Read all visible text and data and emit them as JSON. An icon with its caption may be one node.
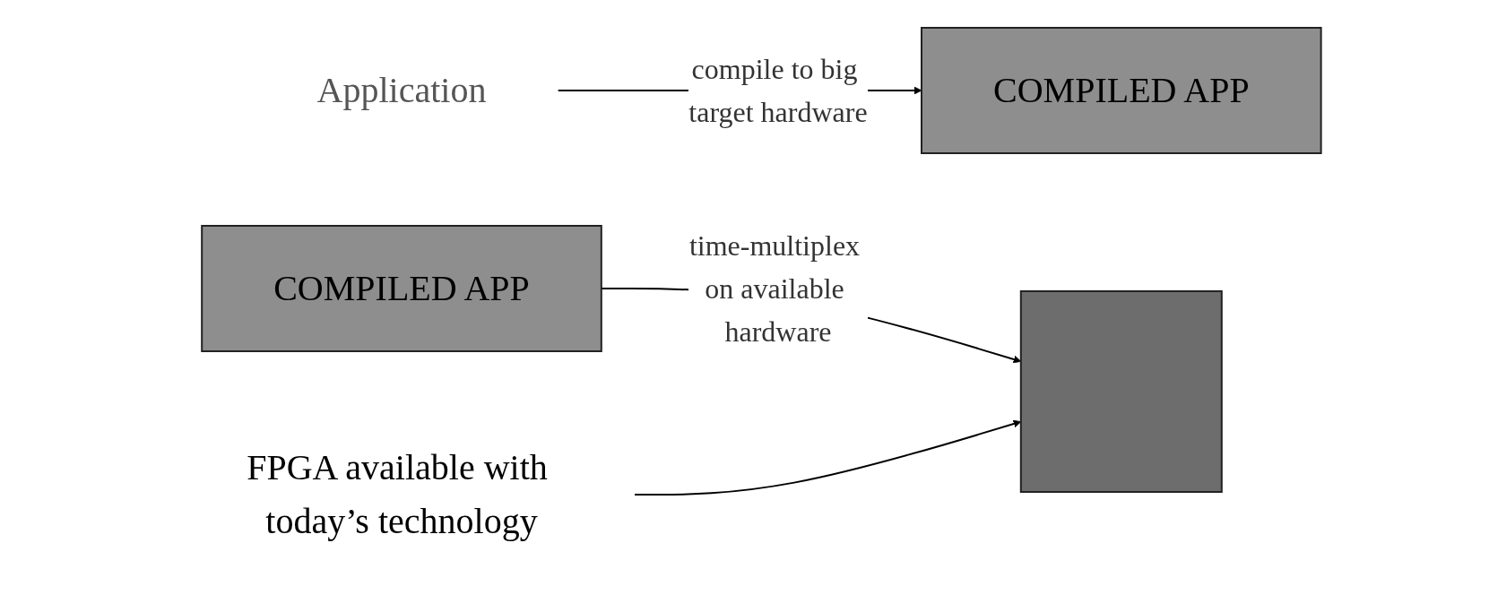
{
  "diagram": {
    "nodes": [
      {
        "text": [
          "Application"
        ]
      },
      {
        "text": [
          "COMPILED APP"
        ]
      },
      {
        "text": [
          "COMPILED APP"
        ]
      },
      {
        "text": [],
        "shape": "box"
      },
      {
        "text": [
          "FPGA available with today’s technology"
        ]
      }
    ],
    "edges": [
      {
        "from": 0,
        "to": 1,
        "arrow": "to",
        "label": "compile to big target hardware"
      },
      {
        "from": 2,
        "to": 3,
        "arrow": "to",
        "label": "time-multiplex on available hardware"
      },
      {
        "from": 4,
        "to": 3,
        "arrow": "to"
      }
    ]
  }
}
